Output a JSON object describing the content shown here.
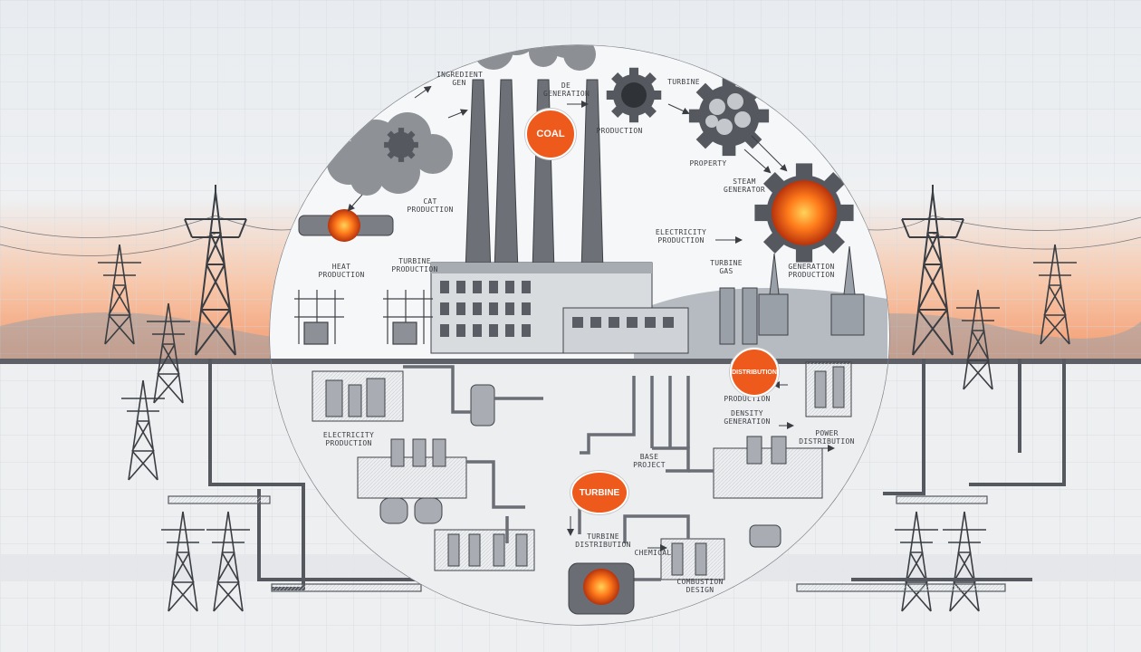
{
  "labels": {
    "ingredient_gen": "INGREDIENT\nGEN",
    "de_generation": "DE\nGENERATION",
    "turbine_top": "TURBINE",
    "production_gear": "PRODUCTION",
    "coal_production": "CAT\nPRODUCTION",
    "property": "PROPERTY",
    "steam_generator": "STEAM\nGENERATOR",
    "heat_production": "HEAT\nPRODUCTION",
    "turbine_production": "TURBINE\nPRODUCTION",
    "electricity_production_top": "ELECTRICITY\nPRODUCTION",
    "turbine_gas": "TURBINE\nGAS",
    "generation_production": "GENERATION\nPRODUCTION",
    "electricity_production_lower": "ELECTRICITY\nPRODUCTION",
    "production_mid": "PRODUCTION",
    "density_generation": "DENSITY\nGENERATION",
    "power_distribution": "POWER\nDISTRIBUTION",
    "base_project": "BASE\nPROJECT",
    "turbine_distribution": "TURBINE\nDISTRIBUTION",
    "chemical": "CHEMICAL",
    "combustion_design": "COMBUSTION\nDESIGN"
  },
  "badges": {
    "coal": "COAL",
    "distribution": "DISTRIBUTION",
    "turbine": "TURBINE"
  },
  "colors": {
    "accent": "#ee5a1c",
    "sky_glow": "#f6a27a",
    "line": "#4a4e55",
    "grid": "#c9d0d8"
  },
  "icons": [
    "gear-icon",
    "flame-icon",
    "transmission-tower-icon",
    "smokestack-icon",
    "pipe-icon",
    "arrow-icon"
  ]
}
